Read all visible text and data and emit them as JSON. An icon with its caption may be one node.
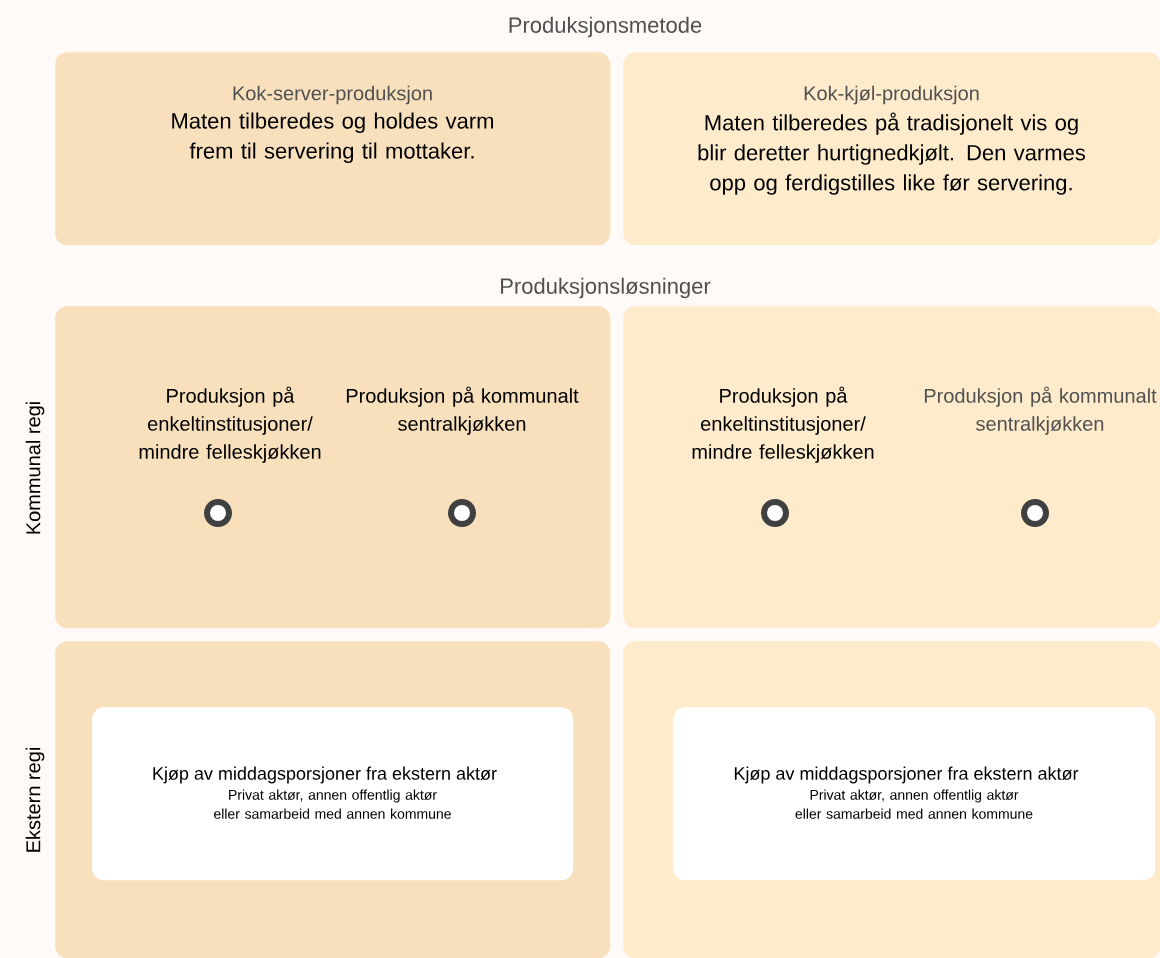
{
  "diagram": {
    "nodes": [
      {
        "text": [
          "Kok-server-produksjon",
          "Maten tilberedes og holdes varm frem til servering til mottaker."
        ]
      },
      {
        "text": [
          "Kok-kjøl-produksjon",
          "Maten tilberedes på tradisjonelt vis og blir deretter hurtignedkjølt. Den varmes opp og ferdigstilles like før servering."
        ]
      },
      {
        "text": [
          "Produksjon på enkeltinstitusjoner/ mindre felleskjøkken",
          "Produksjon på kommunalt sentralkjøkken"
        ]
      },
      {
        "text": [],
        "shape": "circle",
        "in": 2
      },
      {
        "text": [],
        "shape": "circle",
        "in": 2
      },
      {
        "text": [
          "Produksjon på enkeltinstitusjoner/ mindre felleskjøkken",
          "Produksjon på kommunalt sentralkjøkken"
        ]
      },
      {
        "text": [],
        "shape": "circle",
        "in": 5
      },
      {
        "text": [],
        "shape": "circle",
        "in": 5
      },
      {
        "text": [],
        "shape": "box"
      },
      {
        "text": [
          "Kjøp av middagsporsjoner fra ekstern aktør",
          "Privat aktør, annen offentlig aktør eller samarbeid med annen kommune"
        ],
        "in": 8
      },
      {
        "text": [],
        "shape": "box"
      },
      {
        "text": [
          "Kjøp av middagsporsjoner fra ekstern aktør",
          "Privat aktør, annen offentlig aktør eller samarbeid med annen kommune"
        ],
        "in": 10
      }
    ],
    "labels": [
      "Produksjonsmetode",
      "Produksjonsløsninger",
      "Kommunal regi",
      "Ekstern regi"
    ]
  }
}
